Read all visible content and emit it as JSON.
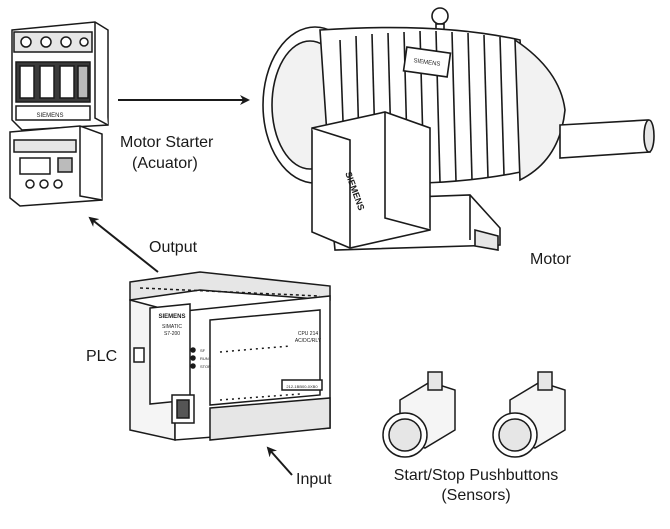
{
  "labels": {
    "motor_starter_line1": "Motor Starter",
    "motor_starter_line2": "(Acuator)",
    "motor": "Motor",
    "output": "Output",
    "plc": "PLC",
    "input": "Input",
    "pushbuttons_line1": "Start/Stop Pushbuttons",
    "pushbuttons_line2": "(Sensors)"
  },
  "brand": {
    "motor_starter": "SIEMENS",
    "motor_plate": "SIEMENS",
    "motor_box": "SIEMENS",
    "plc": "SIEMENS",
    "plc_model_line1": "SIMATIC",
    "plc_model_line2": "S7-200",
    "plc_cpu_line1": "CPU 214",
    "plc_cpu_line2": "AC/DC/RLY",
    "plc_part": "212-1BB00-0XB0",
    "plc_led1": "SF",
    "plc_led2": "RUN",
    "plc_led3": "STOP"
  },
  "colors": {
    "line": "#1a1a1a",
    "fill": "#ffffff",
    "shade": "#d9d9d9",
    "dark": "#555555"
  },
  "icons": {
    "arrow": "arrow",
    "motor": "electric-motor",
    "starter": "contactor",
    "plc": "plc-unit",
    "button": "pushbutton"
  }
}
